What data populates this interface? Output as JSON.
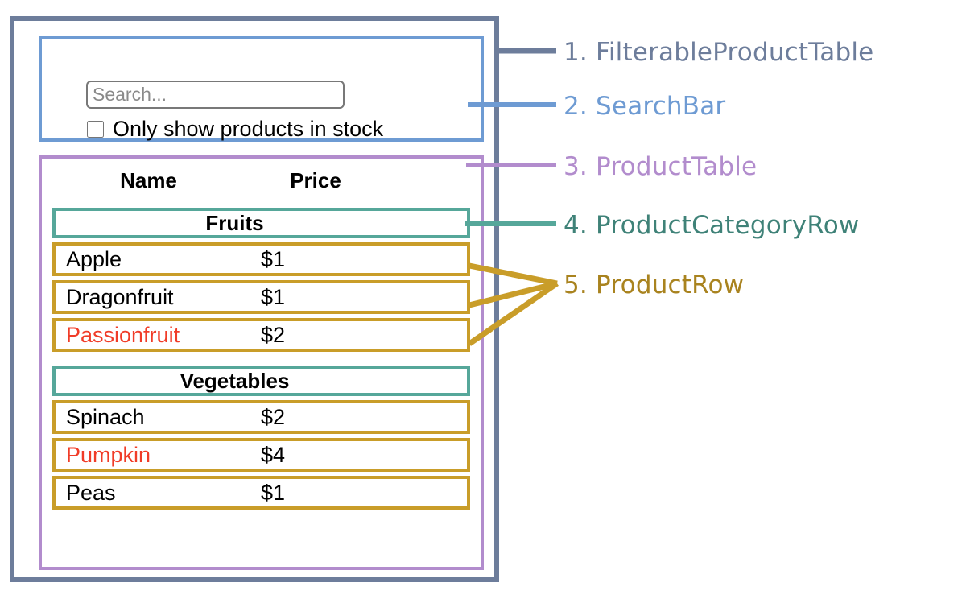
{
  "diagram": {
    "title": "React FilterableProductTable component hierarchy",
    "colors": {
      "filterable_product_table": "#6d7d9b",
      "search_bar": "#6e9bd3",
      "product_table": "#b28ccd",
      "product_category_row": "#56a79a",
      "product_row": "#c99d29",
      "out_of_stock_text": "#f03c28",
      "in_stock_text": "#000000",
      "background": "#ffffff"
    }
  },
  "search_bar": {
    "search_input": {
      "value": "",
      "placeholder": "Search..."
    },
    "stock_filter": {
      "label": "Only show products in stock",
      "checked": false
    }
  },
  "product_table": {
    "columns": [
      "Name",
      "Price"
    ],
    "sections": [
      {
        "category": "Fruits",
        "products": [
          {
            "name": "Apple",
            "price": "$1",
            "stocked": true
          },
          {
            "name": "Dragonfruit",
            "price": "$1",
            "stocked": true
          },
          {
            "name": "Passionfruit",
            "price": "$2",
            "stocked": false
          }
        ]
      },
      {
        "category": "Vegetables",
        "products": [
          {
            "name": "Spinach",
            "price": "$2",
            "stocked": true
          },
          {
            "name": "Pumpkin",
            "price": "$4",
            "stocked": false
          },
          {
            "name": "Peas",
            "price": "$1",
            "stocked": true
          }
        ]
      }
    ]
  },
  "legend": [
    {
      "number": "1.",
      "name": "FilterableProductTable",
      "color": "#6d7d9b"
    },
    {
      "number": "2.",
      "name": "SearchBar",
      "color": "#6e9bd3"
    },
    {
      "number": "3.",
      "name": "ProductTable",
      "color": "#b28ccd"
    },
    {
      "number": "4.",
      "name": "ProductCategoryRow",
      "color": "#56a79a"
    },
    {
      "number": "5.",
      "name": "ProductRow",
      "color": "#c99d29"
    }
  ]
}
